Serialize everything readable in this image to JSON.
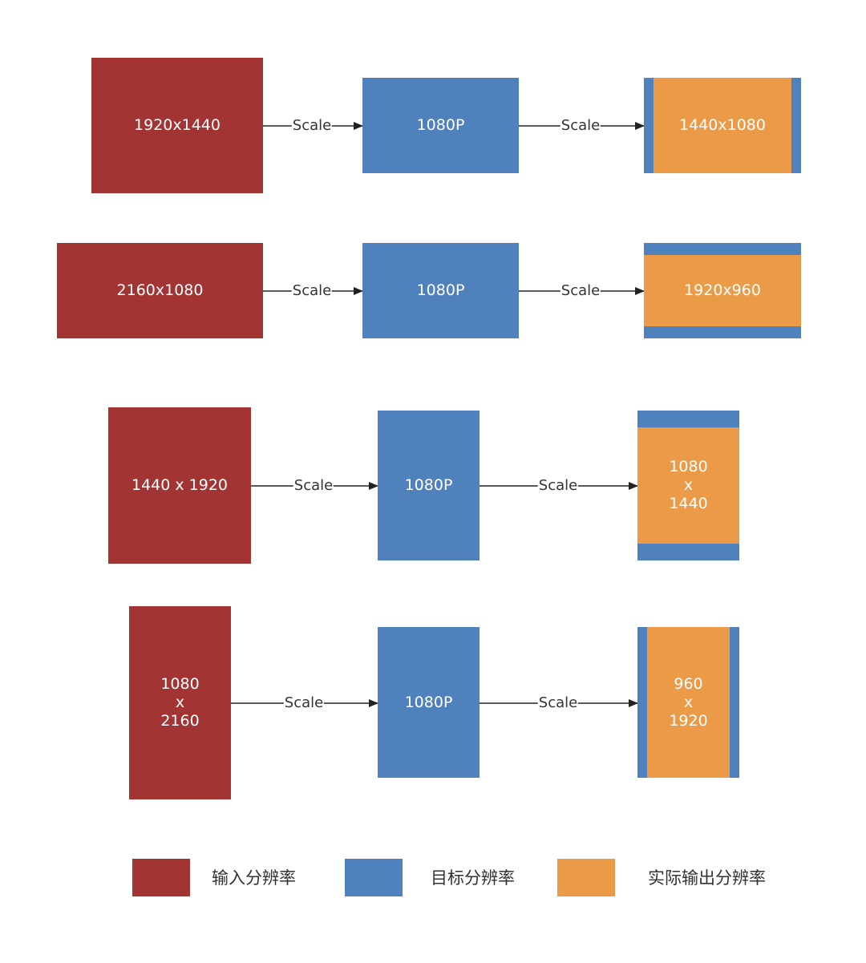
{
  "rows": [
    {
      "input_label": "1920x1440",
      "target_label": "1080P",
      "output_label": "1440x1080",
      "scale_label_1": "Scale",
      "scale_label_2": "Scale"
    },
    {
      "input_label": "2160x1080",
      "target_label": "1080P",
      "output_label": "1920x960",
      "scale_label_1": "Scale",
      "scale_label_2": "Scale"
    },
    {
      "input_label": "1440 x 1920",
      "target_label": "1080P",
      "output_label": "1080\nx\n1440",
      "scale_label_1": "Scale",
      "scale_label_2": "Scale"
    },
    {
      "input_label": "1080\nx\n2160",
      "target_label": "1080P",
      "output_label": "960\nx\n1920",
      "scale_label_1": "Scale",
      "scale_label_2": "Scale"
    }
  ],
  "legend": {
    "input": "输入分辨率",
    "target": "目标分辨率",
    "output": "实际输出分辨率"
  },
  "colors": {
    "input": "#a23434",
    "target": "#4f81bd",
    "output": "#eb9b48",
    "arrow": "#222222"
  }
}
